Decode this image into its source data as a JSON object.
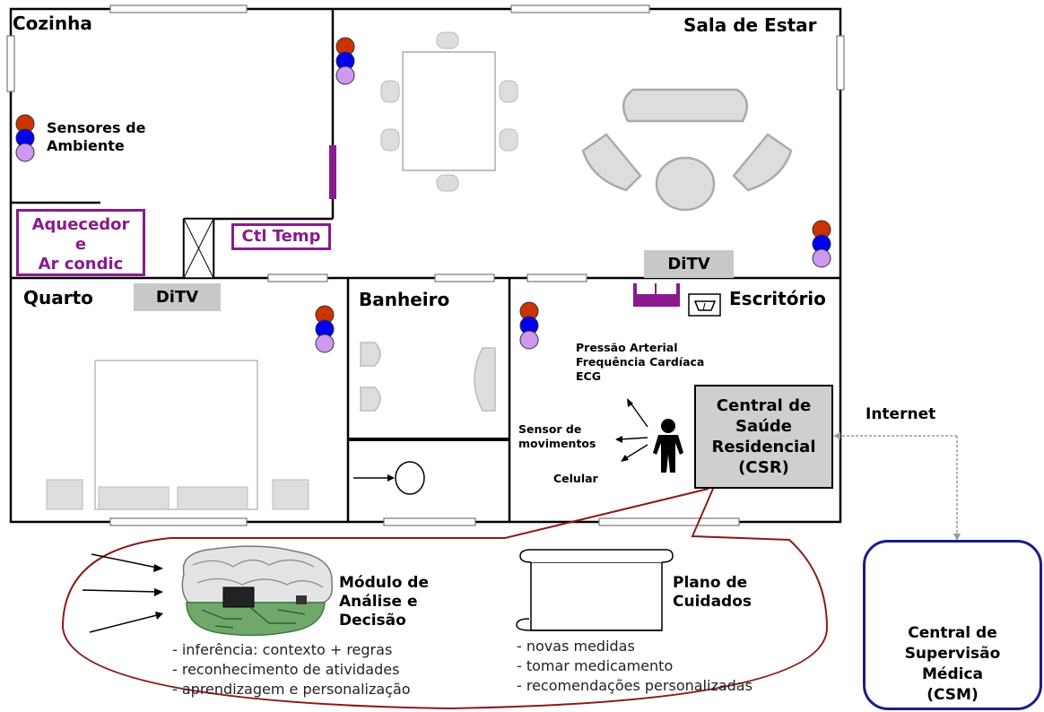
{
  "rooms": {
    "cozinha": "Cozinha",
    "sala": "Sala de Estar",
    "quarto": "Quarto",
    "banheiro": "Banheiro",
    "escritorio": "Escritório"
  },
  "sensores_label": "Sensores de Ambiente",
  "aquecedor": [
    "Aquecedor",
    "e",
    "Ar condic"
  ],
  "ctl_temp": "Ctl Temp",
  "ditv": "DiTV",
  "vital_signs": [
    "Pressão Arterial",
    "Frequência Cardíaca",
    "ECG"
  ],
  "sensor_movimentos": [
    "Sensor de",
    "movimentos"
  ],
  "celular": "Celular",
  "csr": [
    "Central de",
    "Saúde",
    "Residencial",
    "(CSR)"
  ],
  "internet": "Internet",
  "csm": [
    "Central de",
    "Supervisão",
    "Médica",
    "(CSM)"
  ],
  "modulo": {
    "title": [
      "Módulo de",
      "Análise e",
      "Decisão"
    ],
    "items": [
      "- inferência: contexto + regras",
      "- reconhecimento de atividades",
      "- aprendizagem e personalização"
    ]
  },
  "plano": {
    "title": [
      "Plano de",
      "Cuidados"
    ],
    "items": [
      "- novas medidas",
      "- tomar medicamento",
      "- recomendações personalizadas"
    ]
  },
  "colors": {
    "sensor_red": "#cc3300",
    "sensor_blue": "#0000ee",
    "sensor_lilac": "#cc99ee",
    "purple": "#8a1a8e",
    "dark_red": "#8b1a1a",
    "navy": "#1c1c8c"
  }
}
